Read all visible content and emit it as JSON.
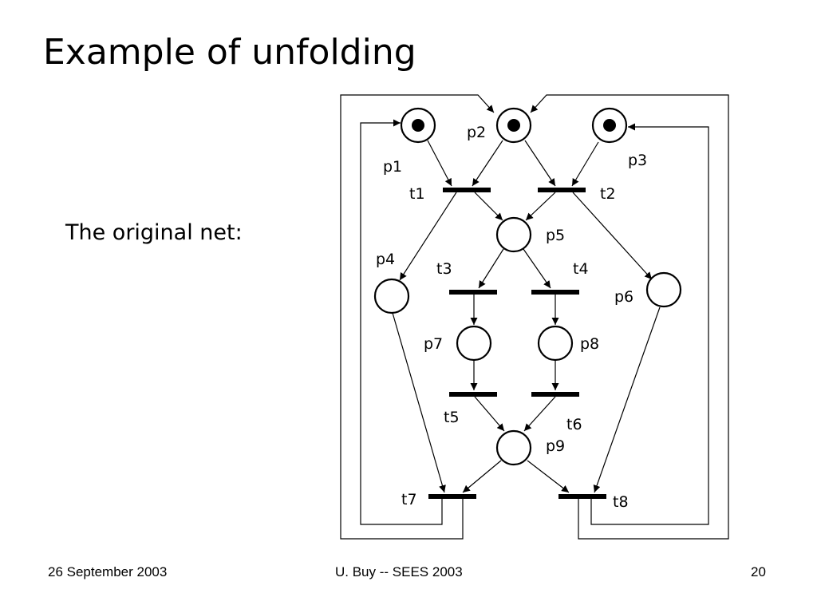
{
  "slide": {
    "title": "Example of unfolding",
    "body_text": "The original net:"
  },
  "footer": {
    "date": "26 September 2003",
    "center": "U. Buy -- SEES 2003",
    "page_number": "20"
  },
  "net": {
    "places": [
      {
        "id": "p1",
        "label": "p1",
        "tokens": 1
      },
      {
        "id": "p2",
        "label": "p2",
        "tokens": 1
      },
      {
        "id": "p3",
        "label": "p3",
        "tokens": 1
      },
      {
        "id": "p4",
        "label": "p4",
        "tokens": 0
      },
      {
        "id": "p5",
        "label": "p5",
        "tokens": 0
      },
      {
        "id": "p6",
        "label": "p6",
        "tokens": 0
      },
      {
        "id": "p7",
        "label": "p7",
        "tokens": 0
      },
      {
        "id": "p8",
        "label": "p8",
        "tokens": 0
      },
      {
        "id": "p9",
        "label": "p9",
        "tokens": 0
      }
    ],
    "transitions": [
      {
        "id": "t1",
        "label": "t1"
      },
      {
        "id": "t2",
        "label": "t2"
      },
      {
        "id": "t3",
        "label": "t3"
      },
      {
        "id": "t4",
        "label": "t4"
      },
      {
        "id": "t5",
        "label": "t5"
      },
      {
        "id": "t6",
        "label": "t6"
      },
      {
        "id": "t7",
        "label": "t7"
      },
      {
        "id": "t8",
        "label": "t8"
      }
    ],
    "arcs": [
      [
        "p1",
        "t1"
      ],
      [
        "p2",
        "t1"
      ],
      [
        "p2",
        "t2"
      ],
      [
        "p3",
        "t2"
      ],
      [
        "t1",
        "p4"
      ],
      [
        "t1",
        "p5"
      ],
      [
        "t2",
        "p5"
      ],
      [
        "t2",
        "p6"
      ],
      [
        "p5",
        "t3"
      ],
      [
        "p5",
        "t4"
      ],
      [
        "t3",
        "p7"
      ],
      [
        "t4",
        "p8"
      ],
      [
        "p7",
        "t5"
      ],
      [
        "p8",
        "t6"
      ],
      [
        "t5",
        "p9"
      ],
      [
        "t6",
        "p9"
      ],
      [
        "p4",
        "t7"
      ],
      [
        "p9",
        "t7"
      ],
      [
        "p9",
        "t8"
      ],
      [
        "p6",
        "t8"
      ],
      [
        "t7",
        "p1"
      ],
      [
        "t7",
        "p2"
      ],
      [
        "t8",
        "p2"
      ],
      [
        "t8",
        "p3"
      ]
    ]
  }
}
